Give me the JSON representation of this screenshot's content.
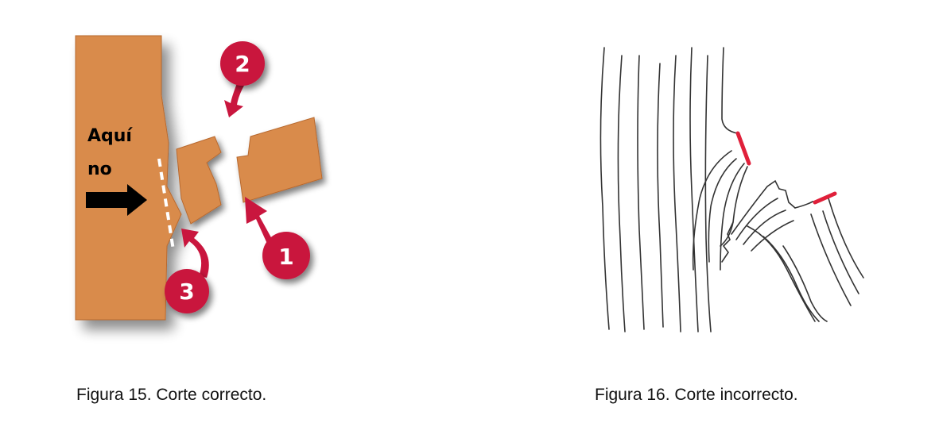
{
  "figure15": {
    "label_line1": "Aquí",
    "label_line2": "no",
    "step1": "1",
    "step2": "2",
    "step3": "3",
    "caption": "Figura 15. Corte correcto."
  },
  "figure16": {
    "caption": "Figura 16. Corte incorrecto."
  },
  "colors": {
    "wood": "#d98b4c",
    "wood_edge": "#b8692f",
    "badge": "#c9163e",
    "cut_mark": "#e0203a",
    "sketch_line": "#333333"
  }
}
